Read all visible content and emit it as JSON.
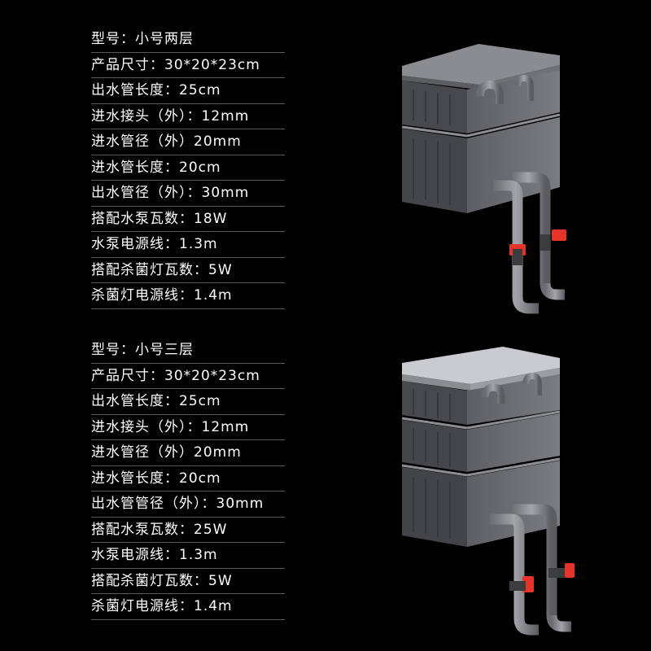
{
  "models": [
    {
      "specs": [
        "型号：小号两层",
        "产品尺寸：30*20*23cm",
        "出水管长度：25cm",
        "进水接头（外）：12mm",
        "进水管径（外）20mm",
        "进水管长度：20cm",
        "出水管径（外）：30mm",
        "搭配水泵瓦数：18W",
        "水泵电源线：1.3m",
        "搭配杀菌灯瓦数：5W",
        "杀菌灯电源线：1.4m"
      ]
    },
    {
      "specs": [
        "型号：小号三层",
        "产品尺寸：30*20*23cm",
        "出水管长度：25cm",
        "进水接头（外）：12mm",
        "进水管径（外）20mm",
        "进水管长度：20cm",
        "出水管管径（外）：30mm",
        "搭配水泵瓦数：25W",
        "水泵电源线：1.3m",
        "搭配杀菌灯瓦数：5W",
        "杀菌灯电源线：1.4m"
      ]
    }
  ],
  "colors": {
    "background": "#000000",
    "text": "#ffffff",
    "divider": "#5a5a5a",
    "box": "#6e7073",
    "box_dark": "#55575a",
    "valve": "#e8332a"
  },
  "images": [
    "two-layer-filter-box-image",
    "three-layer-filter-box-image"
  ]
}
